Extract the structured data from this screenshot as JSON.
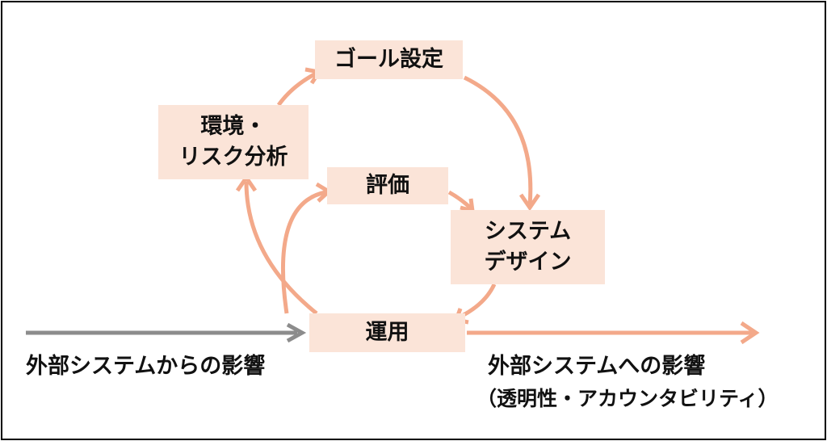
{
  "nodes": {
    "goal_setting": "ゴール設定",
    "environment_line1": "環境・",
    "environment_line2": "リスク分析",
    "evaluation": "評価",
    "system_design_line1": "システム",
    "system_design_line2": "デザイン",
    "operation": "運用"
  },
  "captions": {
    "incoming": "外部システムからの影響",
    "outgoing_line1": "外部システムへの影響",
    "outgoing_line2": "（透明性・アカウンタビリティ）"
  },
  "colors": {
    "node_fill": "#fbe4d8",
    "cycle_arrow": "#f3a98a",
    "incoming_arrow": "#8c8c8c",
    "frame": "#000000"
  }
}
